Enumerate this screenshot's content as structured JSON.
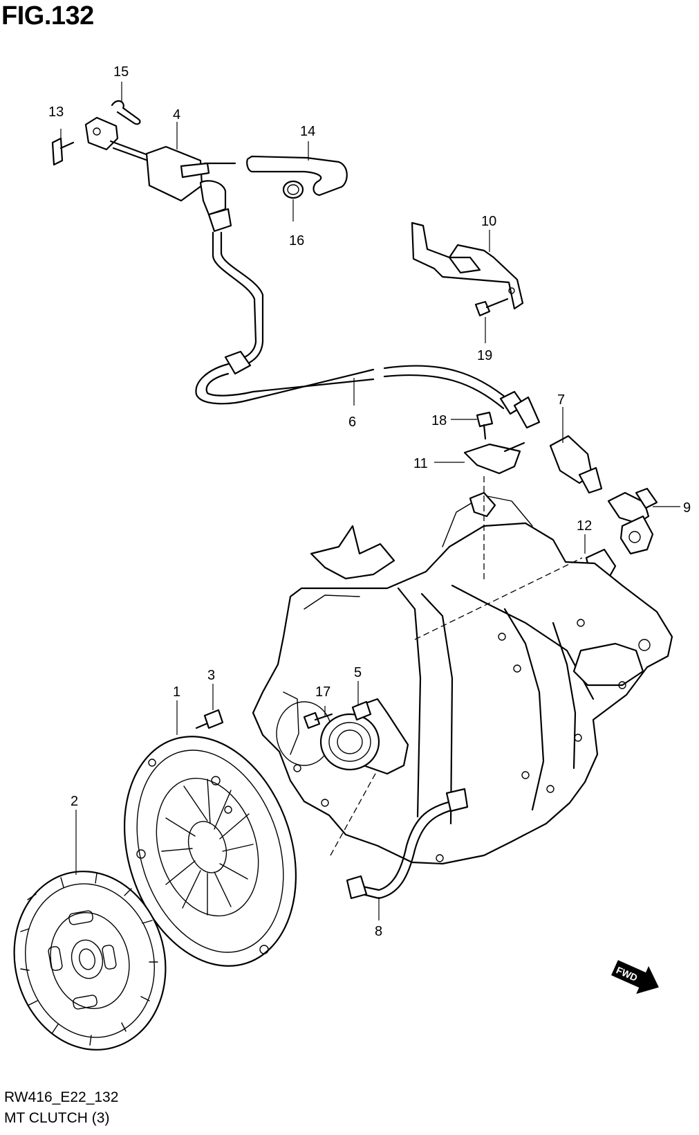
{
  "figure": {
    "title": "FIG.132",
    "diagram_code": "RW416_E22_132",
    "caption": "MT CLUTCH (3)",
    "direction_marker": "FWD"
  },
  "callouts": {
    "c1": "1",
    "c2": "2",
    "c3": "3",
    "c4": "4",
    "c5": "5",
    "c6": "6",
    "c7": "7",
    "c8": "8",
    "c9": "9",
    "c10": "10",
    "c11": "11",
    "c12": "12",
    "c13": "13",
    "c14": "14",
    "c15": "15",
    "c16": "16",
    "c17": "17",
    "c18": "18",
    "c19": "19"
  },
  "icons": {
    "direction": "fwd-arrow-icon"
  }
}
